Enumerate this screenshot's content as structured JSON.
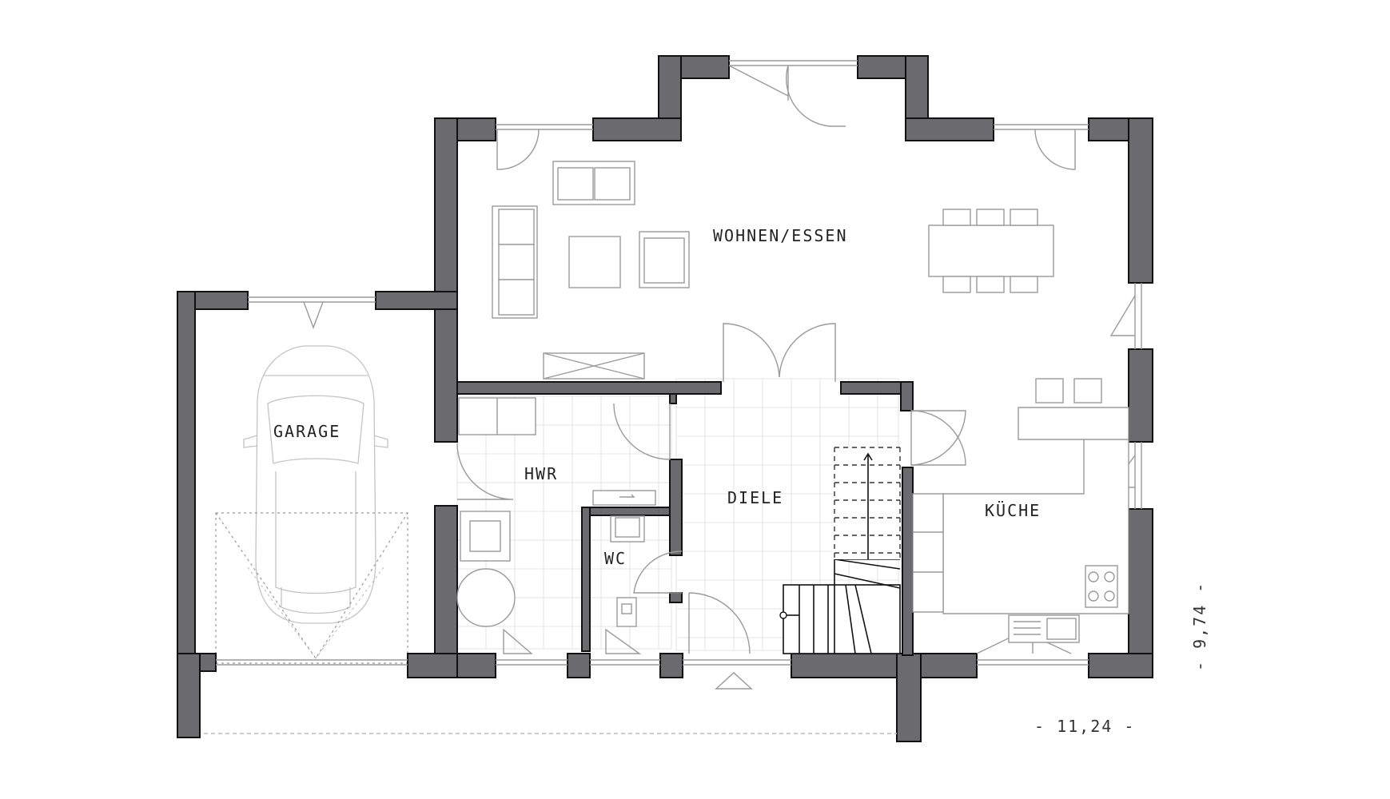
{
  "rooms": {
    "wohnen_essen": "WOHNEN/ESSEN",
    "garage": "GARAGE",
    "hwr": "HWR",
    "diele": "DIELE",
    "kueche": "KÜCHE",
    "wc": "WC"
  },
  "dimensions": {
    "width": "- 11,24 -",
    "depth": "- 9,74 -"
  },
  "colors": {
    "wall_fill": "#6b6b6d",
    "fixture_line": "#9a9a9a",
    "tile_grid": "#e3e3e3"
  }
}
